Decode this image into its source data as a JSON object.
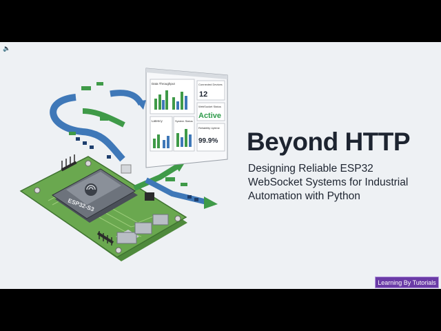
{
  "speaker_icon": "speaker-icon",
  "slide": {
    "title": "Beyond HTTP",
    "subtitle_lines": [
      "Designing Reliable ESP32",
      "WebSocket Systems for Industrial",
      "Automation with Python"
    ]
  },
  "illustration": {
    "chip_label": "ESP32-S3",
    "dashboard": {
      "panel1_title": "Data Throughput",
      "panel2_title": "Connected Devices",
      "panel2_value": "12",
      "panel3_title": "Latency",
      "panel4_title": "System Status",
      "panel5_title": "WebSocket Status",
      "panel5_value": "Active",
      "panel6_title": "Reliability Uptime",
      "panel6_value": "99.9%"
    }
  },
  "badge": {
    "label": "Learning By Tutorials"
  },
  "colors": {
    "slide_bg": "#eef1f4",
    "pcb_green": "#5e9a4a",
    "arrow_green": "#3f9a48",
    "arrow_blue": "#3f78b8",
    "badge_bg": "#6a3ba6",
    "active_green": "#2e9a4a"
  }
}
